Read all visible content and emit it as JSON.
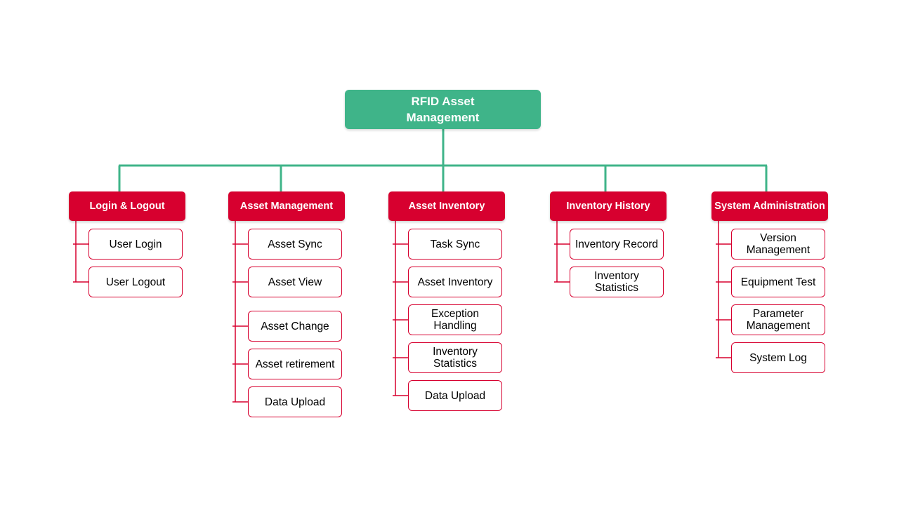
{
  "root": {
    "label": "RFID Asset Management"
  },
  "categories": [
    {
      "label": "Login & Logout",
      "items": [
        "User Login",
        "User Logout"
      ]
    },
    {
      "label": "Asset Management",
      "items": [
        "Asset Sync",
        "Asset View",
        "Asset Change",
        "Asset retirement",
        "Data Upload"
      ]
    },
    {
      "label": "Asset Inventory",
      "items": [
        "Task Sync",
        "Asset Inventory",
        "Exception Handling",
        "Inventory Statistics",
        "Data Upload"
      ]
    },
    {
      "label": "Inventory History",
      "items": [
        "Inventory Record",
        "Inventory Statistics"
      ]
    },
    {
      "label": "System Administration",
      "items": [
        "Version Management",
        "Equipment Test",
        "Parameter Management",
        "System Log"
      ]
    }
  ],
  "colors": {
    "root": "#3FB489",
    "category": "#D7002F",
    "leaf_border": "#D7002F",
    "background": "#FFFFFF"
  }
}
